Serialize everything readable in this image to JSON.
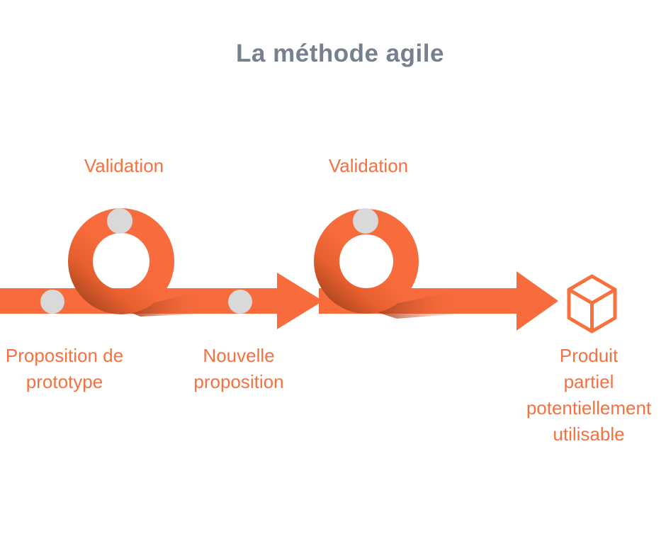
{
  "title": "La méthode agile",
  "labels": {
    "validation_1": "Validation",
    "validation_2": "Validation",
    "proposition": "Proposition de\nprototype",
    "nouvelle": "Nouvelle\nproposition",
    "produit": "Produit\npartiel\npotentiellement\nutilisable"
  },
  "icons": {
    "loop_1": "sprint-loop",
    "loop_2": "sprint-loop",
    "arrow_mid": "arrow-right",
    "arrow_end": "arrow-right",
    "cube": "cube-outline",
    "dots": "milestone-dot"
  },
  "colors": {
    "background": "#FFFFFF",
    "ribbon_orange": "#F86B3C",
    "text_orange": "#F7703F",
    "title_slate": "#76808F",
    "dot_gray": "#D9D9D9",
    "shadow_dark": "#9C3E1C",
    "ring_shadow_mid": "#E8602F",
    "cube_orange": "#F8703C"
  }
}
